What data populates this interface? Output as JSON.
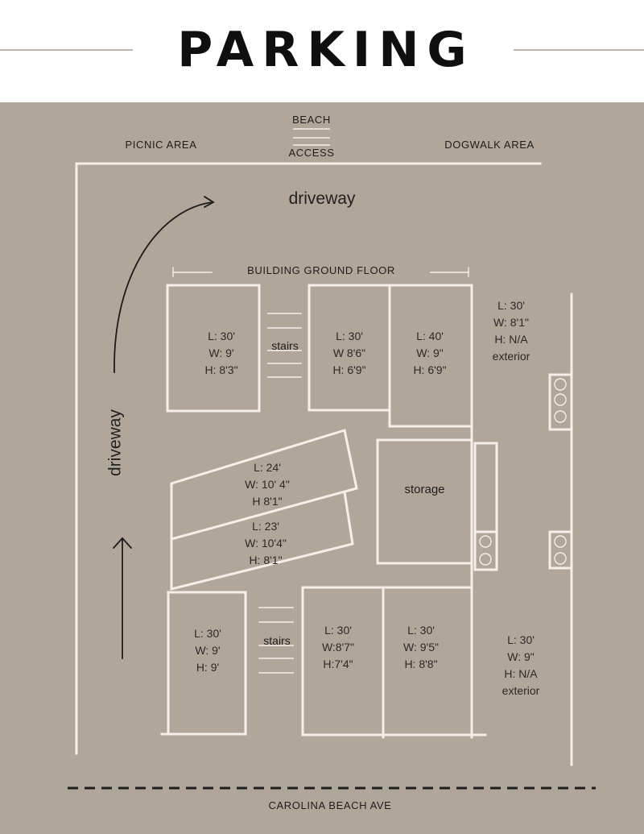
{
  "title": "PARKING",
  "labels": {
    "beach": "BEACH",
    "access": "ACCESS",
    "picnic": "PICNIC AREA",
    "dogwalk": "DOGWALK AREA",
    "driveway_top": "driveway",
    "driveway_left": "driveway",
    "building": "BUILDING GROUND FLOOR",
    "stairs_top": "stairs",
    "stairs_bottom": "stairs",
    "storage": "storage",
    "street": "CAROLINA BEACH AVE"
  },
  "spaces": [
    {
      "id": "top-left",
      "lines": [
        "L: 30'",
        "W: 9'",
        "H: 8'3\""
      ]
    },
    {
      "id": "top-mid",
      "lines": [
        "L: 30'",
        "W 8'6\"",
        "H: 6'9\""
      ]
    },
    {
      "id": "top-right",
      "lines": [
        "L: 40'",
        "W: 9\"",
        "H: 6'9\""
      ]
    },
    {
      "id": "exterior-top",
      "lines": [
        "L: 30'",
        "W: 8'1\"",
        "H: N/A",
        "exterior"
      ]
    },
    {
      "id": "angled-upper",
      "lines": [
        "L: 24'",
        "W: 10' 4\"",
        "H 8'1\""
      ]
    },
    {
      "id": "angled-lower",
      "lines": [
        "L: 23'",
        "W: 10'4\"",
        "H: 8'1\""
      ]
    },
    {
      "id": "bottom-left",
      "lines": [
        "L: 30'",
        "W: 9'",
        "H: 9'"
      ]
    },
    {
      "id": "bottom-mid",
      "lines": [
        "L: 30'",
        "W:8'7\"",
        "H:7'4\""
      ]
    },
    {
      "id": "bottom-right",
      "lines": [
        "L: 30'",
        "W: 9'5\"",
        "H: 8'8\""
      ]
    },
    {
      "id": "exterior-bottom",
      "lines": [
        "L: 30'",
        "W: 9\"",
        "H: N/A",
        "exterior"
      ]
    }
  ]
}
